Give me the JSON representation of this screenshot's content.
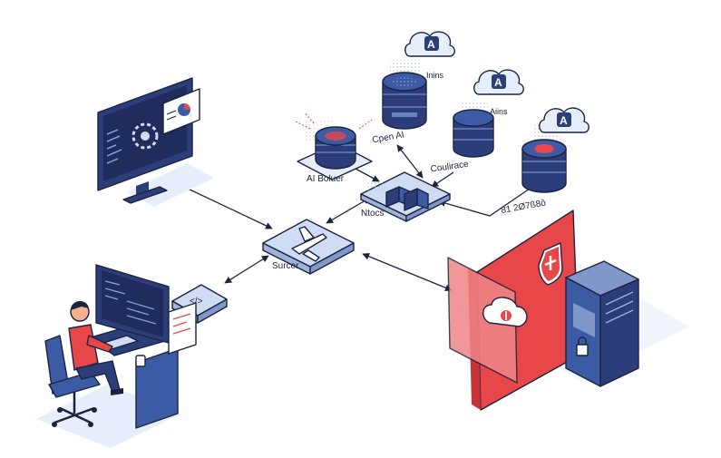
{
  "labels": {
    "cloud_left": "Inins",
    "cloud_mid": "Aiins",
    "open_ai": "Cpen AI",
    "ai_broker": "AI Boluer",
    "compliance": "Coulirace",
    "record_id": "81 2Ø7ß8ô",
    "network": "Ntocs",
    "server": "Surcer"
  },
  "icons": {
    "cloud_badge_letter": "A",
    "code_tag": "</>"
  },
  "colors": {
    "navy": "#1c2340",
    "blue": "#3b5ba5",
    "light_blue": "#cfdcf3",
    "pale_blue": "#e7eefb",
    "red": "#e8474a",
    "dark_red": "#c83337",
    "skin": "#f3b08a"
  }
}
